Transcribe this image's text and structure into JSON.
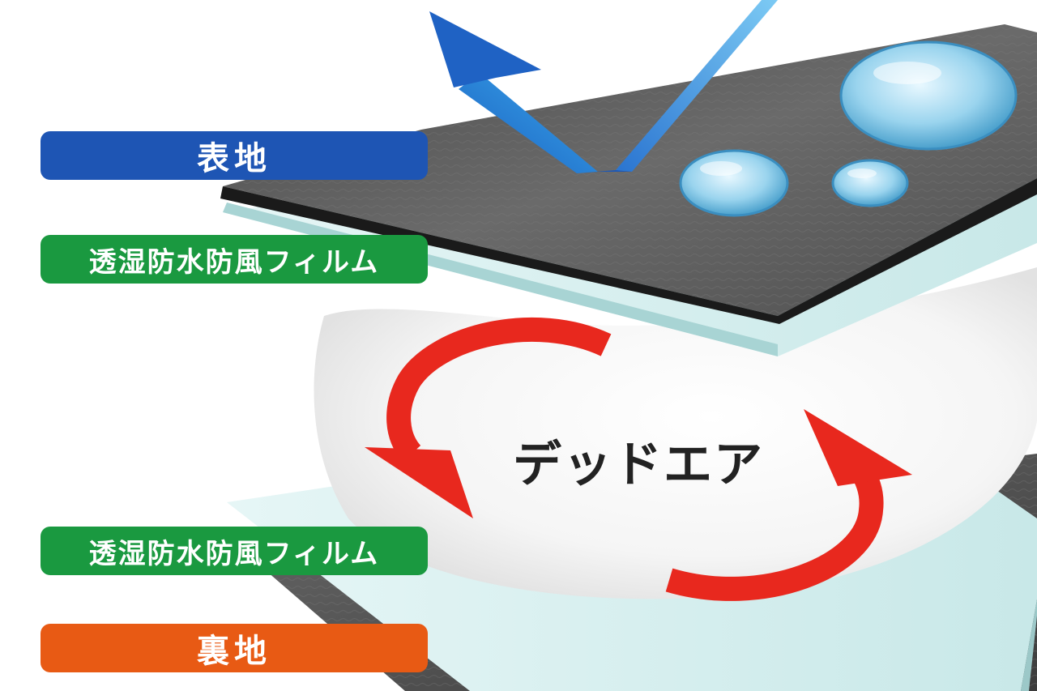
{
  "labels": {
    "outer_fabric": "表地",
    "film_top": "透湿防水防風フィルム",
    "film_bottom": "透湿防水防風フィルム",
    "inner_fabric": "裏地",
    "dead_air": "デッドエア"
  },
  "colors": {
    "outer_label_bg": "#1e55b4",
    "film_label_bg": "#1a9940",
    "inner_label_bg": "#e85a14",
    "circulation_arrows": "#e8281e",
    "vapor_arrow": "#2a86dc",
    "fabric": "#5a5a5a",
    "film": "#d4efef"
  },
  "icons": [
    "vapor-out-arrow-icon",
    "water-droplet-icon",
    "circulation-arrow-icon"
  ]
}
